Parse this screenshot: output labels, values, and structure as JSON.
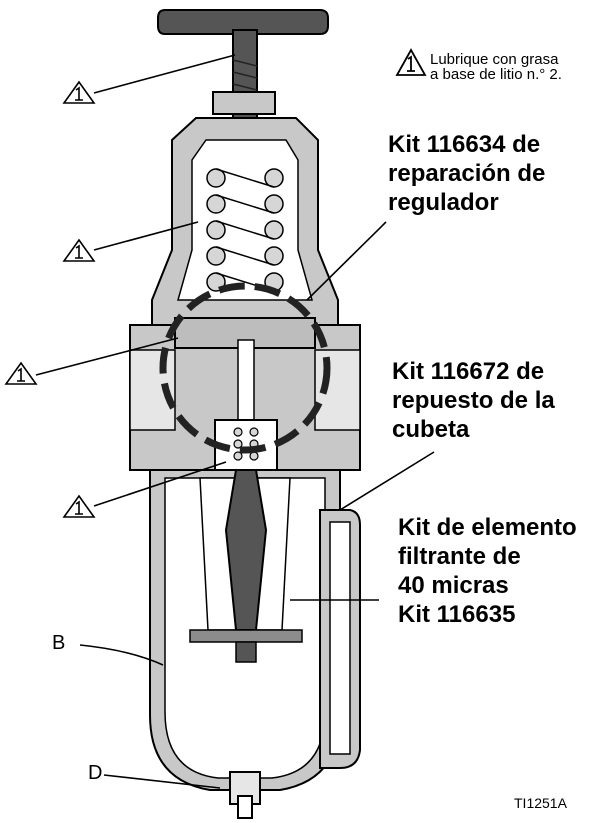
{
  "note": {
    "icon": "warning-triangle-1-icon",
    "lines": [
      "Lubrique con grasa",
      "a base de litio n.° 2."
    ]
  },
  "callouts": {
    "regulator_kit": [
      "Kit 116634 de",
      "reparación de",
      "regulador"
    ],
    "bowl_kit": [
      "Kit 116672 de",
      "repuesto de la",
      "cubeta"
    ],
    "filter_kit": [
      "Kit de elemento",
      "filtrante de",
      "40 micras",
      "Kit 116635"
    ]
  },
  "letters": {
    "b": "B",
    "d": "D"
  },
  "figure_id": "TI1251A",
  "colors": {
    "metal": "#c8c8c8",
    "dark": "#555555",
    "outline": "#000000",
    "inner": "#e6e6e6",
    "background": "#ffffff"
  }
}
